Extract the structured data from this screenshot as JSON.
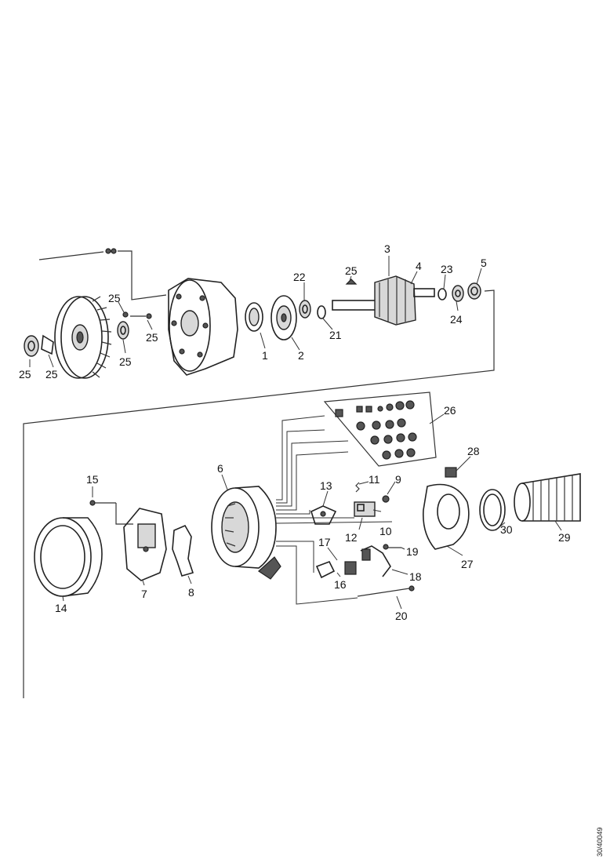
{
  "diagram": {
    "labels": {
      "l1": "1",
      "l2": "2",
      "l3": "3",
      "l4": "4",
      "l5": "5",
      "l6": "6",
      "l7": "7",
      "l8": "8",
      "l9": "9",
      "l10": "10",
      "l11": "11",
      "l12": "12",
      "l13": "13",
      "l14": "14",
      "l15": "15",
      "l16": "16",
      "l17": "17",
      "l18": "18",
      "l19": "19",
      "l20": "20",
      "l21": "21",
      "l22": "22",
      "l23": "23",
      "l24": "24",
      "l25a": "25",
      "l25b": "25",
      "l25c": "25",
      "l25d": "25",
      "l25e": "25",
      "l25f": "25",
      "l26": "26",
      "l27": "27",
      "l28": "28",
      "l29": "29",
      "l30": "30"
    },
    "reference_code": "30/40049"
  }
}
